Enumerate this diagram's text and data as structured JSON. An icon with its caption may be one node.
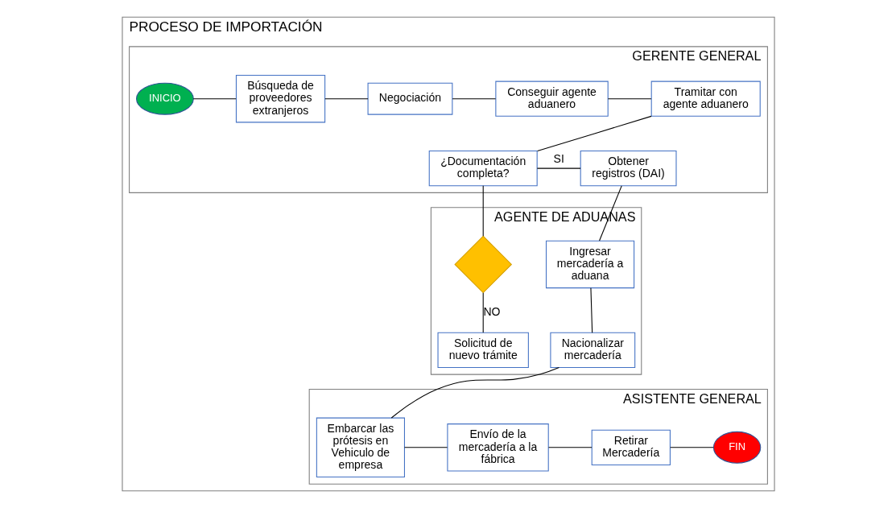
{
  "diagram": {
    "nodes": [
      {
        "text": [
          "PROCESO DE IMPORTACIÓN"
        ]
      },
      {
        "text": [
          "GERENTE GENERAL"
        ],
        "in": 0
      },
      {
        "text": [
          "INICIO"
        ],
        "in": 1
      },
      {
        "text": [
          "Búsqueda de proveedores extranjeros"
        ],
        "in": 1
      },
      {
        "text": [
          "Negociación"
        ],
        "in": 1
      },
      {
        "text": [
          "Conseguir agente aduanero"
        ],
        "in": 1
      },
      {
        "text": [
          "Tramitar con agente aduanero"
        ],
        "in": 1
      },
      {
        "text": [
          "Obtener registros (DAI)"
        ],
        "in": 1
      },
      {
        "text": [
          "¿Documentación completa?"
        ],
        "in": 1
      },
      {
        "text": [
          "AGENTE DE ADUANAS"
        ],
        "in": 0
      },
      {
        "text": [
          "Ingresar mercadería a aduana"
        ],
        "in": 9
      },
      {
        "text": [
          "Nacionalizar mercadería"
        ],
        "in": 9
      },
      {
        "text": [],
        "shape": "diamond",
        "in": 9
      },
      {
        "text": [
          "Solicitud de nuevo trámite"
        ],
        "in": 9
      },
      {
        "text": [
          "ASISTENTE GENERAL"
        ],
        "in": 0
      },
      {
        "text": [
          "Embarcar las prótesis en Vehiculo de empresa"
        ],
        "in": 14
      },
      {
        "text": [
          "Envío de la mercadería a la fábrica"
        ],
        "in": 14
      },
      {
        "text": [
          "Retirar Mercadería"
        ],
        "in": 14
      },
      {
        "text": [
          "FIN"
        ],
        "in": 14
      }
    ],
    "edges": [
      {
        "from": 2,
        "to": 3,
        "arrow": "none"
      },
      {
        "from": 3,
        "to": 4,
        "arrow": "none"
      },
      {
        "from": 4,
        "to": 5,
        "arrow": "none"
      },
      {
        "from": 5,
        "to": 6,
        "arrow": "none"
      },
      {
        "from": 6,
        "to": 8,
        "arrow": "none"
      },
      {
        "from": 8,
        "to": 7,
        "label": "SI",
        "arrow": "none"
      },
      {
        "from": 7,
        "to": 10,
        "arrow": "none"
      },
      {
        "from": 10,
        "to": 11,
        "arrow": "none"
      },
      {
        "from": 11,
        "to": 15,
        "arrow": "none"
      },
      {
        "from": 15,
        "to": 16,
        "arrow": "none"
      },
      {
        "from": 16,
        "to": 17,
        "arrow": "none"
      },
      {
        "from": 17,
        "to": 18,
        "arrow": "none"
      },
      {
        "from": 8,
        "to": 12,
        "arrow": "none"
      },
      {
        "from": 12,
        "to": 13,
        "label": "NO",
        "arrow": "none"
      }
    ]
  }
}
